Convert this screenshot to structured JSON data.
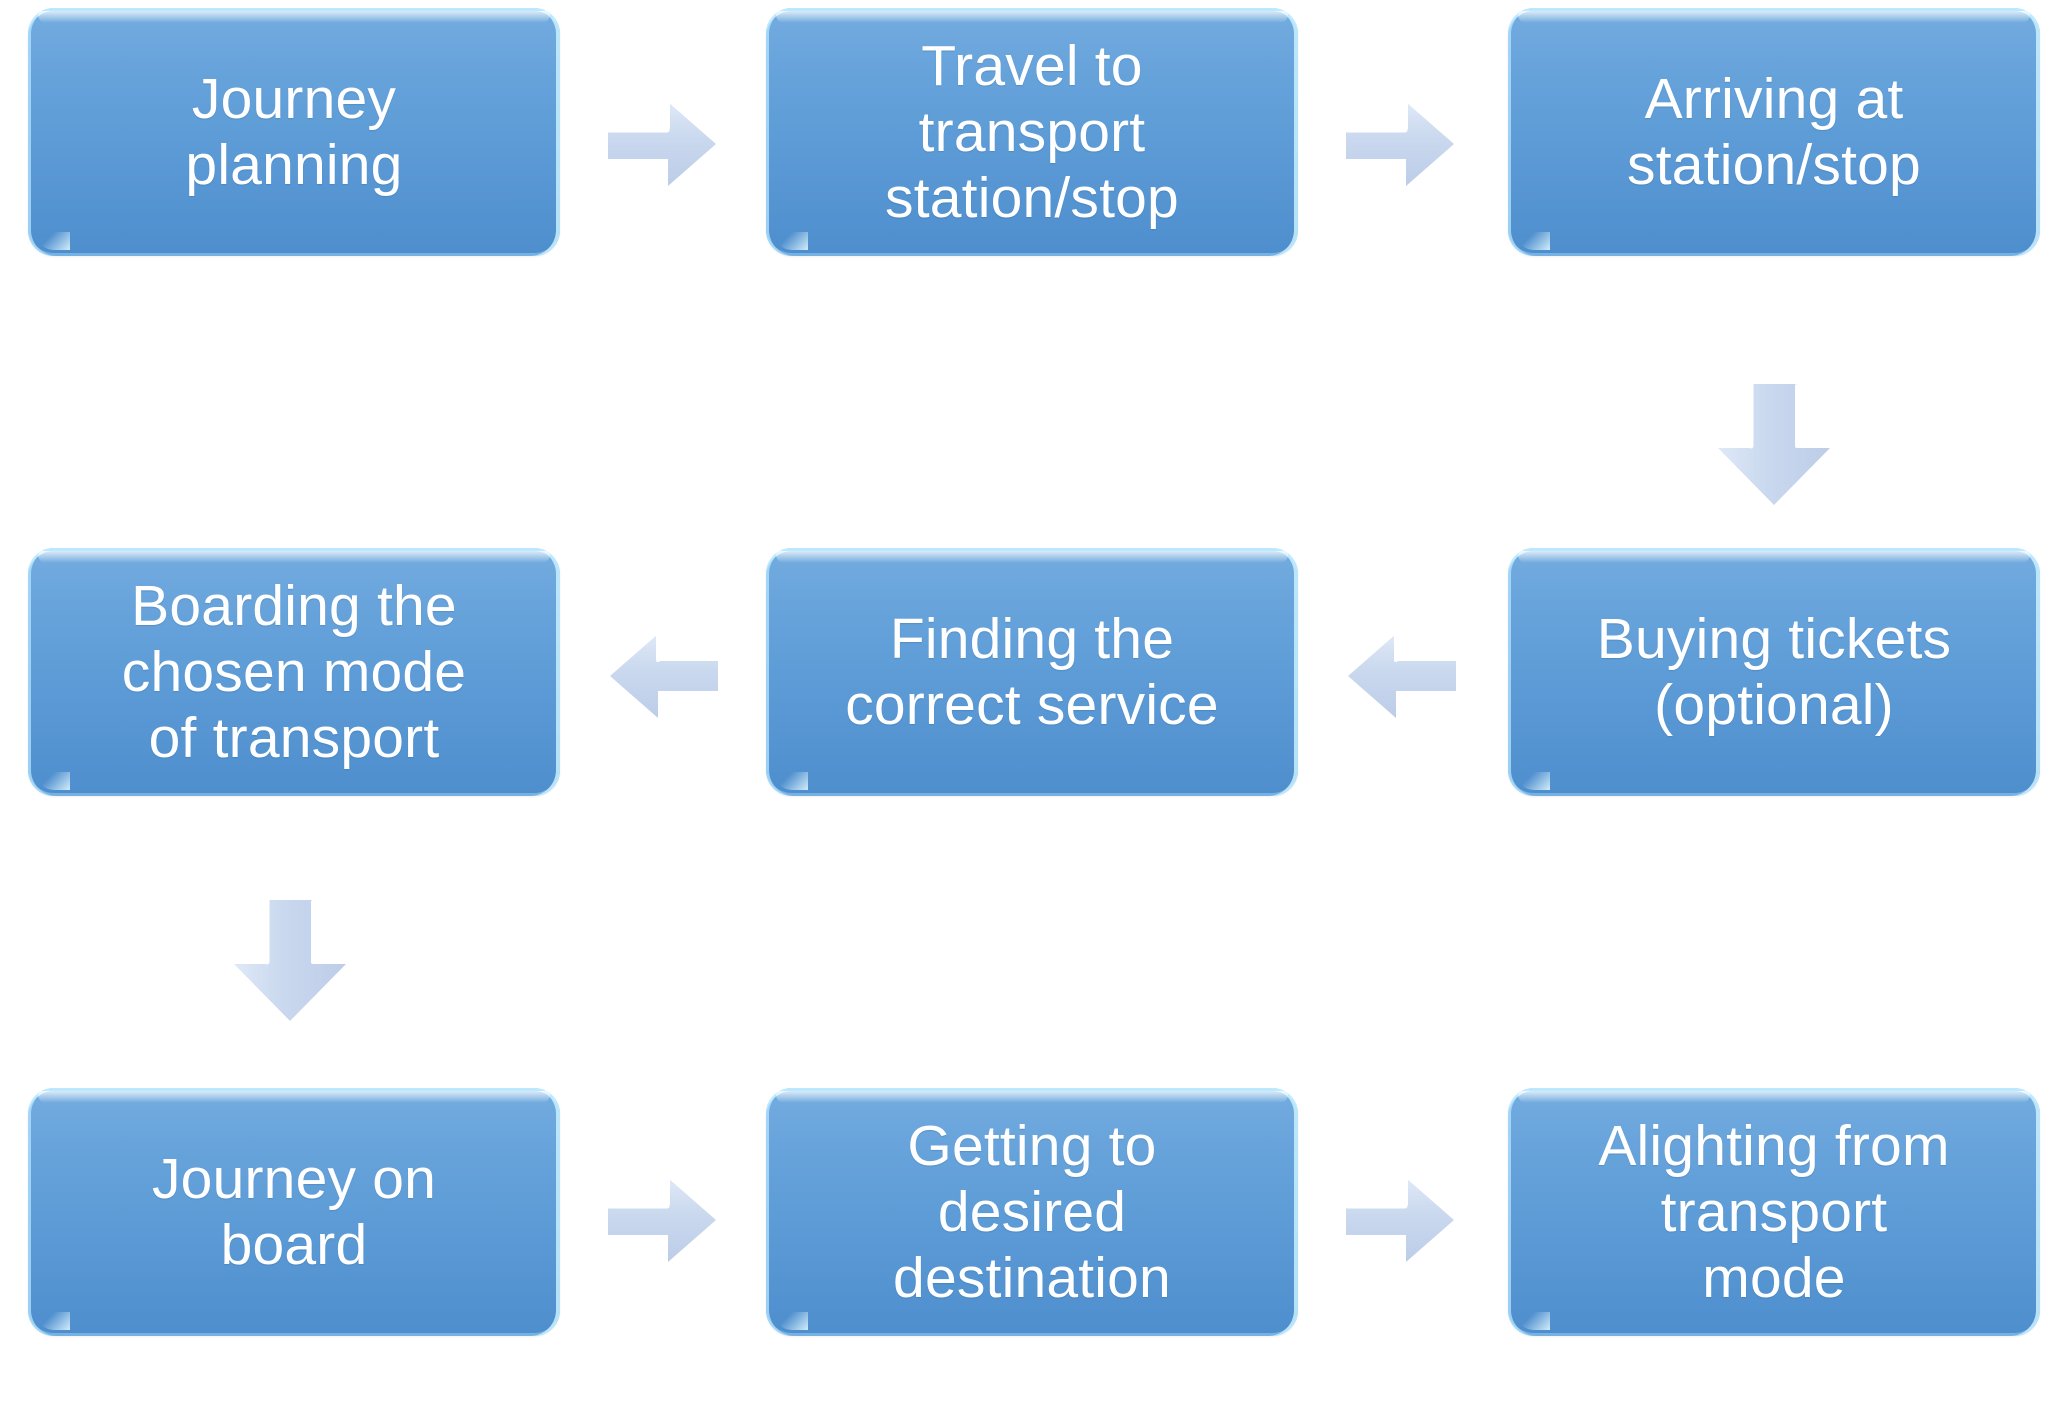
{
  "diagram": {
    "title": "Public transport journey stages flowchart",
    "type": "flowchart",
    "colors": {
      "node_fill_top": "#74acdf",
      "node_fill_bottom": "#4e8ecd",
      "node_edge_highlight": "#bfeaff",
      "node_text": "#ffffff",
      "arrow_fill": "#c3d4ec",
      "arrow_highlight": "#ffffff",
      "background": "#ffffff"
    },
    "nodes": [
      {
        "id": "n1",
        "label": "Journey\nplanning",
        "row": 1,
        "col": 1
      },
      {
        "id": "n2",
        "label": "Travel to\ntransport\nstation/stop",
        "row": 1,
        "col": 2
      },
      {
        "id": "n3",
        "label": "Arriving at\nstation/stop",
        "row": 1,
        "col": 3
      },
      {
        "id": "n4",
        "label": "Buying tickets\n(optional)",
        "row": 2,
        "col": 3
      },
      {
        "id": "n5",
        "label": "Finding the\ncorrect service",
        "row": 2,
        "col": 2
      },
      {
        "id": "n6",
        "label": "Boarding the\nchosen mode\nof transport",
        "row": 2,
        "col": 1
      },
      {
        "id": "n7",
        "label": "Journey on\nboard",
        "row": 3,
        "col": 1
      },
      {
        "id": "n8",
        "label": "Getting to\ndesired\ndestination",
        "row": 3,
        "col": 2
      },
      {
        "id": "n9",
        "label": "Alighting from\ntransport\nmode",
        "row": 3,
        "col": 3
      }
    ],
    "connectors": [
      {
        "id": "c1",
        "from": "n1",
        "to": "n2",
        "direction": "right"
      },
      {
        "id": "c2",
        "from": "n2",
        "to": "n3",
        "direction": "right"
      },
      {
        "id": "c3",
        "from": "n3",
        "to": "n4",
        "direction": "down"
      },
      {
        "id": "c4",
        "from": "n4",
        "to": "n5",
        "direction": "left"
      },
      {
        "id": "c5",
        "from": "n5",
        "to": "n6",
        "direction": "left"
      },
      {
        "id": "c6",
        "from": "n6",
        "to": "n7",
        "direction": "down"
      },
      {
        "id": "c7",
        "from": "n7",
        "to": "n8",
        "direction": "right"
      },
      {
        "id": "c8",
        "from": "n8",
        "to": "n9",
        "direction": "right"
      }
    ]
  }
}
